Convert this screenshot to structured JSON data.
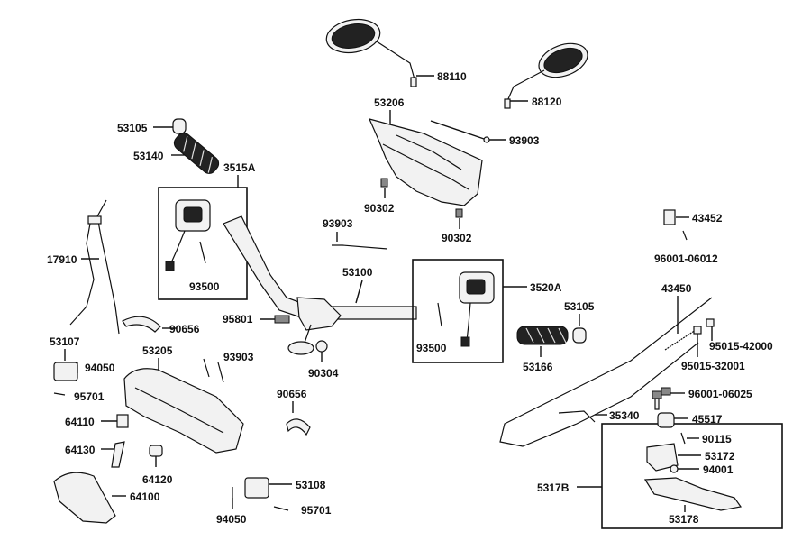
{
  "labels": {
    "p88110": "88110",
    "p88120": "88120",
    "p53206": "53206",
    "p53105a": "53105",
    "p53140": "53140",
    "p3515A": "3515A",
    "p93903a": "93903",
    "p90302a": "90302",
    "p90302b": "90302",
    "p43452": "43452",
    "p96001_06012": "96001-06012",
    "p93903b": "93903",
    "p93500a": "93500",
    "p17910": "17910",
    "p53100": "53100",
    "p3520A": "3520A",
    "p43450": "43450",
    "p53105b": "53105",
    "p95801": "95801",
    "p90656a": "90656",
    "p93500b": "93500",
    "p95015_42000": "95015-42000",
    "p53107": "53107",
    "p53166": "53166",
    "p95015_32001": "95015-32001",
    "p94050a": "94050",
    "p53205": "53205",
    "p93903c": "93903",
    "p90304": "90304",
    "p95701a": "95701",
    "p90656b": "90656",
    "p96001_06025": "96001-06025",
    "p35340": "35340",
    "p64110": "64110",
    "p45517": "45517",
    "p90115": "90115",
    "p64130": "64130",
    "p53172": "53172",
    "p64120": "64120",
    "p94001": "94001",
    "p53108": "53108",
    "p5317B": "5317B",
    "p64100": "64100",
    "p94050b": "94050",
    "p95701b": "95701",
    "p53178": "53178"
  }
}
